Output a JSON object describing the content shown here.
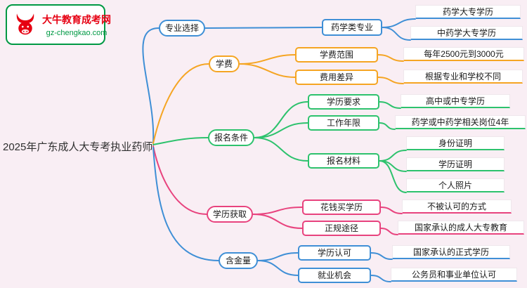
{
  "palette": {
    "bg": "#f9eef4",
    "blue": "#3f8fd6",
    "orange": "#f5a523",
    "green": "#2dc26d",
    "pink": "#e8437e",
    "logo-red": "#e60012",
    "logo-green": "#009944",
    "text": "#1a1a1a"
  },
  "logo": {
    "title": "大牛教育成考网",
    "url": "gz-chengkao.com"
  },
  "root": "2025年广东成人大专考执业药师",
  "branches": [
    {
      "label": "专业选择",
      "color": "#3f8fd6",
      "children": [
        {
          "label": "药学类专业",
          "children": [
            {
              "label": "药学大专学历"
            },
            {
              "label": "中药学大专学历"
            }
          ]
        }
      ]
    },
    {
      "label": "学费",
      "color": "#f5a523",
      "children": [
        {
          "label": "学费范围",
          "children": [
            {
              "label": "每年2500元到3000元"
            }
          ]
        },
        {
          "label": "费用差异",
          "children": [
            {
              "label": "根据专业和学校不同"
            }
          ]
        }
      ]
    },
    {
      "label": "报名条件",
      "color": "#2dc26d",
      "children": [
        {
          "label": "学历要求",
          "children": [
            {
              "label": "高中或中专学历"
            }
          ]
        },
        {
          "label": "工作年限",
          "children": [
            {
              "label": "药学或中药学相关岗位4年"
            }
          ]
        },
        {
          "label": "报名材料",
          "children": [
            {
              "label": "身份证明"
            },
            {
              "label": "学历证明"
            },
            {
              "label": "个人照片"
            }
          ]
        }
      ]
    },
    {
      "label": "学历获取",
      "color": "#e8437e",
      "children": [
        {
          "label": "花钱买学历",
          "children": [
            {
              "label": "不被认可的方式"
            }
          ]
        },
        {
          "label": "正规途径",
          "children": [
            {
              "label": "国家承认的成人大专教育"
            }
          ]
        }
      ]
    },
    {
      "label": "含金量",
      "color": "#3f8fd6",
      "children": [
        {
          "label": "学历认可",
          "children": [
            {
              "label": "国家承认的正式学历"
            }
          ]
        },
        {
          "label": "就业机会",
          "children": [
            {
              "label": "公务员和事业单位认可"
            }
          ]
        }
      ]
    }
  ]
}
